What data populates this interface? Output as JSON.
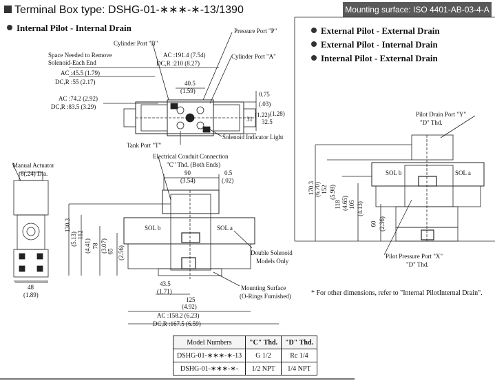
{
  "title": "Terminal Box type: DSHG-01-∗∗∗-∗-13/1390",
  "mounting_surface": "Mounting surface: ISO 4401-AB-03-4-A",
  "sections": {
    "left": "Internal Pilot - Internal Drain",
    "right": [
      "External Pilot - External Drain",
      "External Pilot - Internal Drain",
      "Internal Pilot - External Drain"
    ]
  },
  "labels": {
    "cylinder_b": "Cylinder Port \"B\"",
    "pressure_p": "Pressure Port \"P\"",
    "space_needed_1": "Space Needed to Remove",
    "space_needed_2": "Solenoid-Each End",
    "ac_191": "AC :191.4  (7.54)",
    "dc_210": "DC,R :210    (8.27)",
    "cylinder_a": "Cylinder Port \"A\"",
    "ac_45": "AC :45.5 (1.79)",
    "dc_55": "DC,R :55    (2.17)",
    "d_40_5": "40.5",
    "d_1_59": "(1.59)",
    "ac_74": "AC :74.2 (2.92)",
    "dc_83": "DC,R :83.5 (3.29)",
    "d_075": "0.75",
    "d_03": "(.03)",
    "d_31": "31",
    "d_122": "(1.22)",
    "d_325": "32.5",
    "d_128": "(1.28)",
    "solenoid_light": "Solenoid Indicator Light",
    "tank_t": "Tank Port \"T\"",
    "conduit_1": "Electrical Conduit Connection",
    "conduit_2": "\"C\" Thd. (Both Ends)",
    "manual_1": "Manual Actuator",
    "manual_2": "6(.24) Dia.",
    "d_90": "90",
    "d_354": "(3.54)",
    "d_05": "0.5",
    "d_02": "(.02)",
    "d_1303": "130.3",
    "d_513": "(5.13)",
    "d_112": "112",
    "d_441": "(4.41)",
    "d_78": "78",
    "d_307": "(3.07)",
    "d_65": "65",
    "d_256": "(2.56)",
    "sol_b": "SOL b",
    "sol_a": "SOL a",
    "double_1": "Double Solenoid",
    "double_2": "Models Only",
    "d_48": "48",
    "d_189": "(1.89)",
    "d_435": "43.5",
    "d_171": "(1.71)",
    "d_125": "125",
    "d_492": "(4.92)",
    "mount_1": "Mounting Surface",
    "mount_2": "(O-Rings Furnished)",
    "ac_158": "AC :158.2 (6.23)",
    "dc_167": "DC,R :167.5 (6.59)",
    "drain_y_1": "Pilot Drain Port \"Y\"",
    "drain_y_2": "\"D\" Thd.",
    "d_1703": "170.3",
    "d_670": "(6.70)",
    "d_152": "152",
    "d_598": "(5.98)",
    "d_118": "118",
    "d_465": "(4.65)",
    "d_105": "105",
    "d_413": "(4.13)",
    "d_60": "60",
    "d_236": "(2.36)",
    "pressure_x_1": "Pilot Pressure Port \"X\"",
    "pressure_x_2": "\"D\" Thd.",
    "sol_b_r": "SOL b",
    "sol_a_r": "SOL a"
  },
  "note": "* For other dimensions, refer to \"Internal PilotInternal Drain\".",
  "table": {
    "headers": [
      "Model Numbers",
      "\"C\" Thd.",
      "\"D\" Thd."
    ],
    "rows": [
      [
        "DSHG-01-∗∗∗-∗-13",
        "G 1/2",
        "Rc 1/4"
      ],
      [
        "DSHG-01-∗∗∗-∗-",
        "1/2 NPT",
        "1/4 NPT"
      ]
    ]
  }
}
